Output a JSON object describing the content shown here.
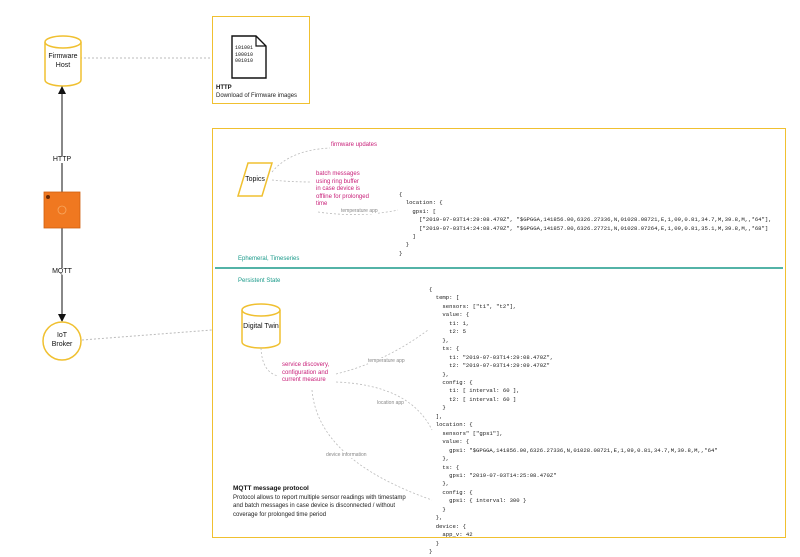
{
  "nodes": {
    "firmware_host": "Firmware\nHost",
    "iot_broker": "IoT\nBroker",
    "digital_twin": "Digital Twin",
    "topics": "Topics"
  },
  "edges": {
    "http": "HTTP",
    "mqtt": "MQTT"
  },
  "http_box": {
    "file_icon_text": "101001\n100010\n001010",
    "title": "HTTP",
    "desc": "Download of Firmware images"
  },
  "ephemeral": {
    "firmware_updates": "firmware updates",
    "batch_messages": "batch messages\nusing ring buffer\nin case device is\noffline for prolonged\ntime",
    "temperature_app": "temperature app",
    "section_label": "Ephemeral, Timeseries",
    "json": "{\n  location: {\n    gps1: [\n      [\"2019-07-03T14:29:08.470Z\", \"$GPGGA,141856.00,6326.27336,N,01028.08721,E,1,09,0.81,34.7,M,39.8,M,,*64\"],\n      [\"2019-07-03T14:24:08.470Z\", \"$GPGGA,141857.00,6326.27721,N,01028.07264,E,1,09,0.81,35.1,M,39.8,M,,*68\"]\n    ]\n  }\n}"
  },
  "persistent": {
    "section_label": "Persistent State",
    "service_discovery": "service discovery,\nconfiguration and\ncurrent measure",
    "temperature_app": "temperature app",
    "location_app": "location app",
    "device_information": "device information",
    "json": "{\n  temp: [\n    sensors: [\"t1\", \"t2\"],\n    value: {\n      t1: 1,\n      t2: 5\n    },\n    ts: {\n      t1: \"2019-07-03T14:29:08.470Z\",\n      t2: \"2019-07-03T14:29:09.470Z\"\n    },\n    config: {\n      t1: [ interval: 60 ],\n      t2: [ interval: 60 ]\n    }\n  ],\n  location: {\n    sensors\" [\"gps1\"],\n    value: {\n      gps1: \"$GPGGA,141856.00,6326.27336,N,01028.08721,E,1,09,0.81,34.7,M,39.8,M,,*64\"\n    },\n    ts: {\n      gps1: \"2019-07-03T14:25:08.470Z\"\n    },\n    config: {\n      gps1: { interval: 300 }\n    }\n  },\n  device: {\n    app_v: 42\n  }\n}"
  },
  "mqtt_protocol": {
    "title": "MQTT message protocol",
    "desc": "Protocol allows to report multiple sensor readings with timestamp\nand batch messages in case device is disconnected / without\ncoverage for prolonged time period"
  },
  "colors": {
    "outline": "#f0c030",
    "device": "#f07820",
    "teal": "#1a9a8a",
    "magenta": "#c81e78"
  }
}
